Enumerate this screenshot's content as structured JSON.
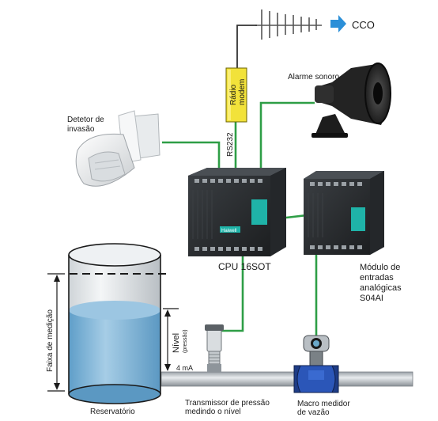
{
  "labels": {
    "cco": "CCO",
    "radio_modem_line1": "Rádio",
    "radio_modem_line2": "modem",
    "rs232": "RS232",
    "alarme": "Alarme sonoro",
    "detetor_line1": "Detetor de",
    "detetor_line2": "invasão",
    "cpu": "CPU 16SOT",
    "modulo_line1": "Módulo de",
    "modulo_line2": "entradas",
    "modulo_line3": "analógicas",
    "modulo_line4": "S04AI",
    "faixa": "Faixa de medição",
    "nivel": "Nível",
    "pressao": "(pressão)",
    "ma": "4 mA",
    "reservatorio": "Reservatório",
    "transmissor_line1": "Transmissor de pressão",
    "transmissor_line2": "medindo o nível",
    "macro_line1": "Macro medidor",
    "macro_line2": "de vazão",
    "brand": "Haiwell"
  },
  "colors": {
    "wire": "#2e9e46",
    "arrow": "#2b8fd8",
    "modem": "#f2e23a",
    "water": "#7fb6d9",
    "device_body": "#2a2d30",
    "display": "#1fb3a8"
  }
}
